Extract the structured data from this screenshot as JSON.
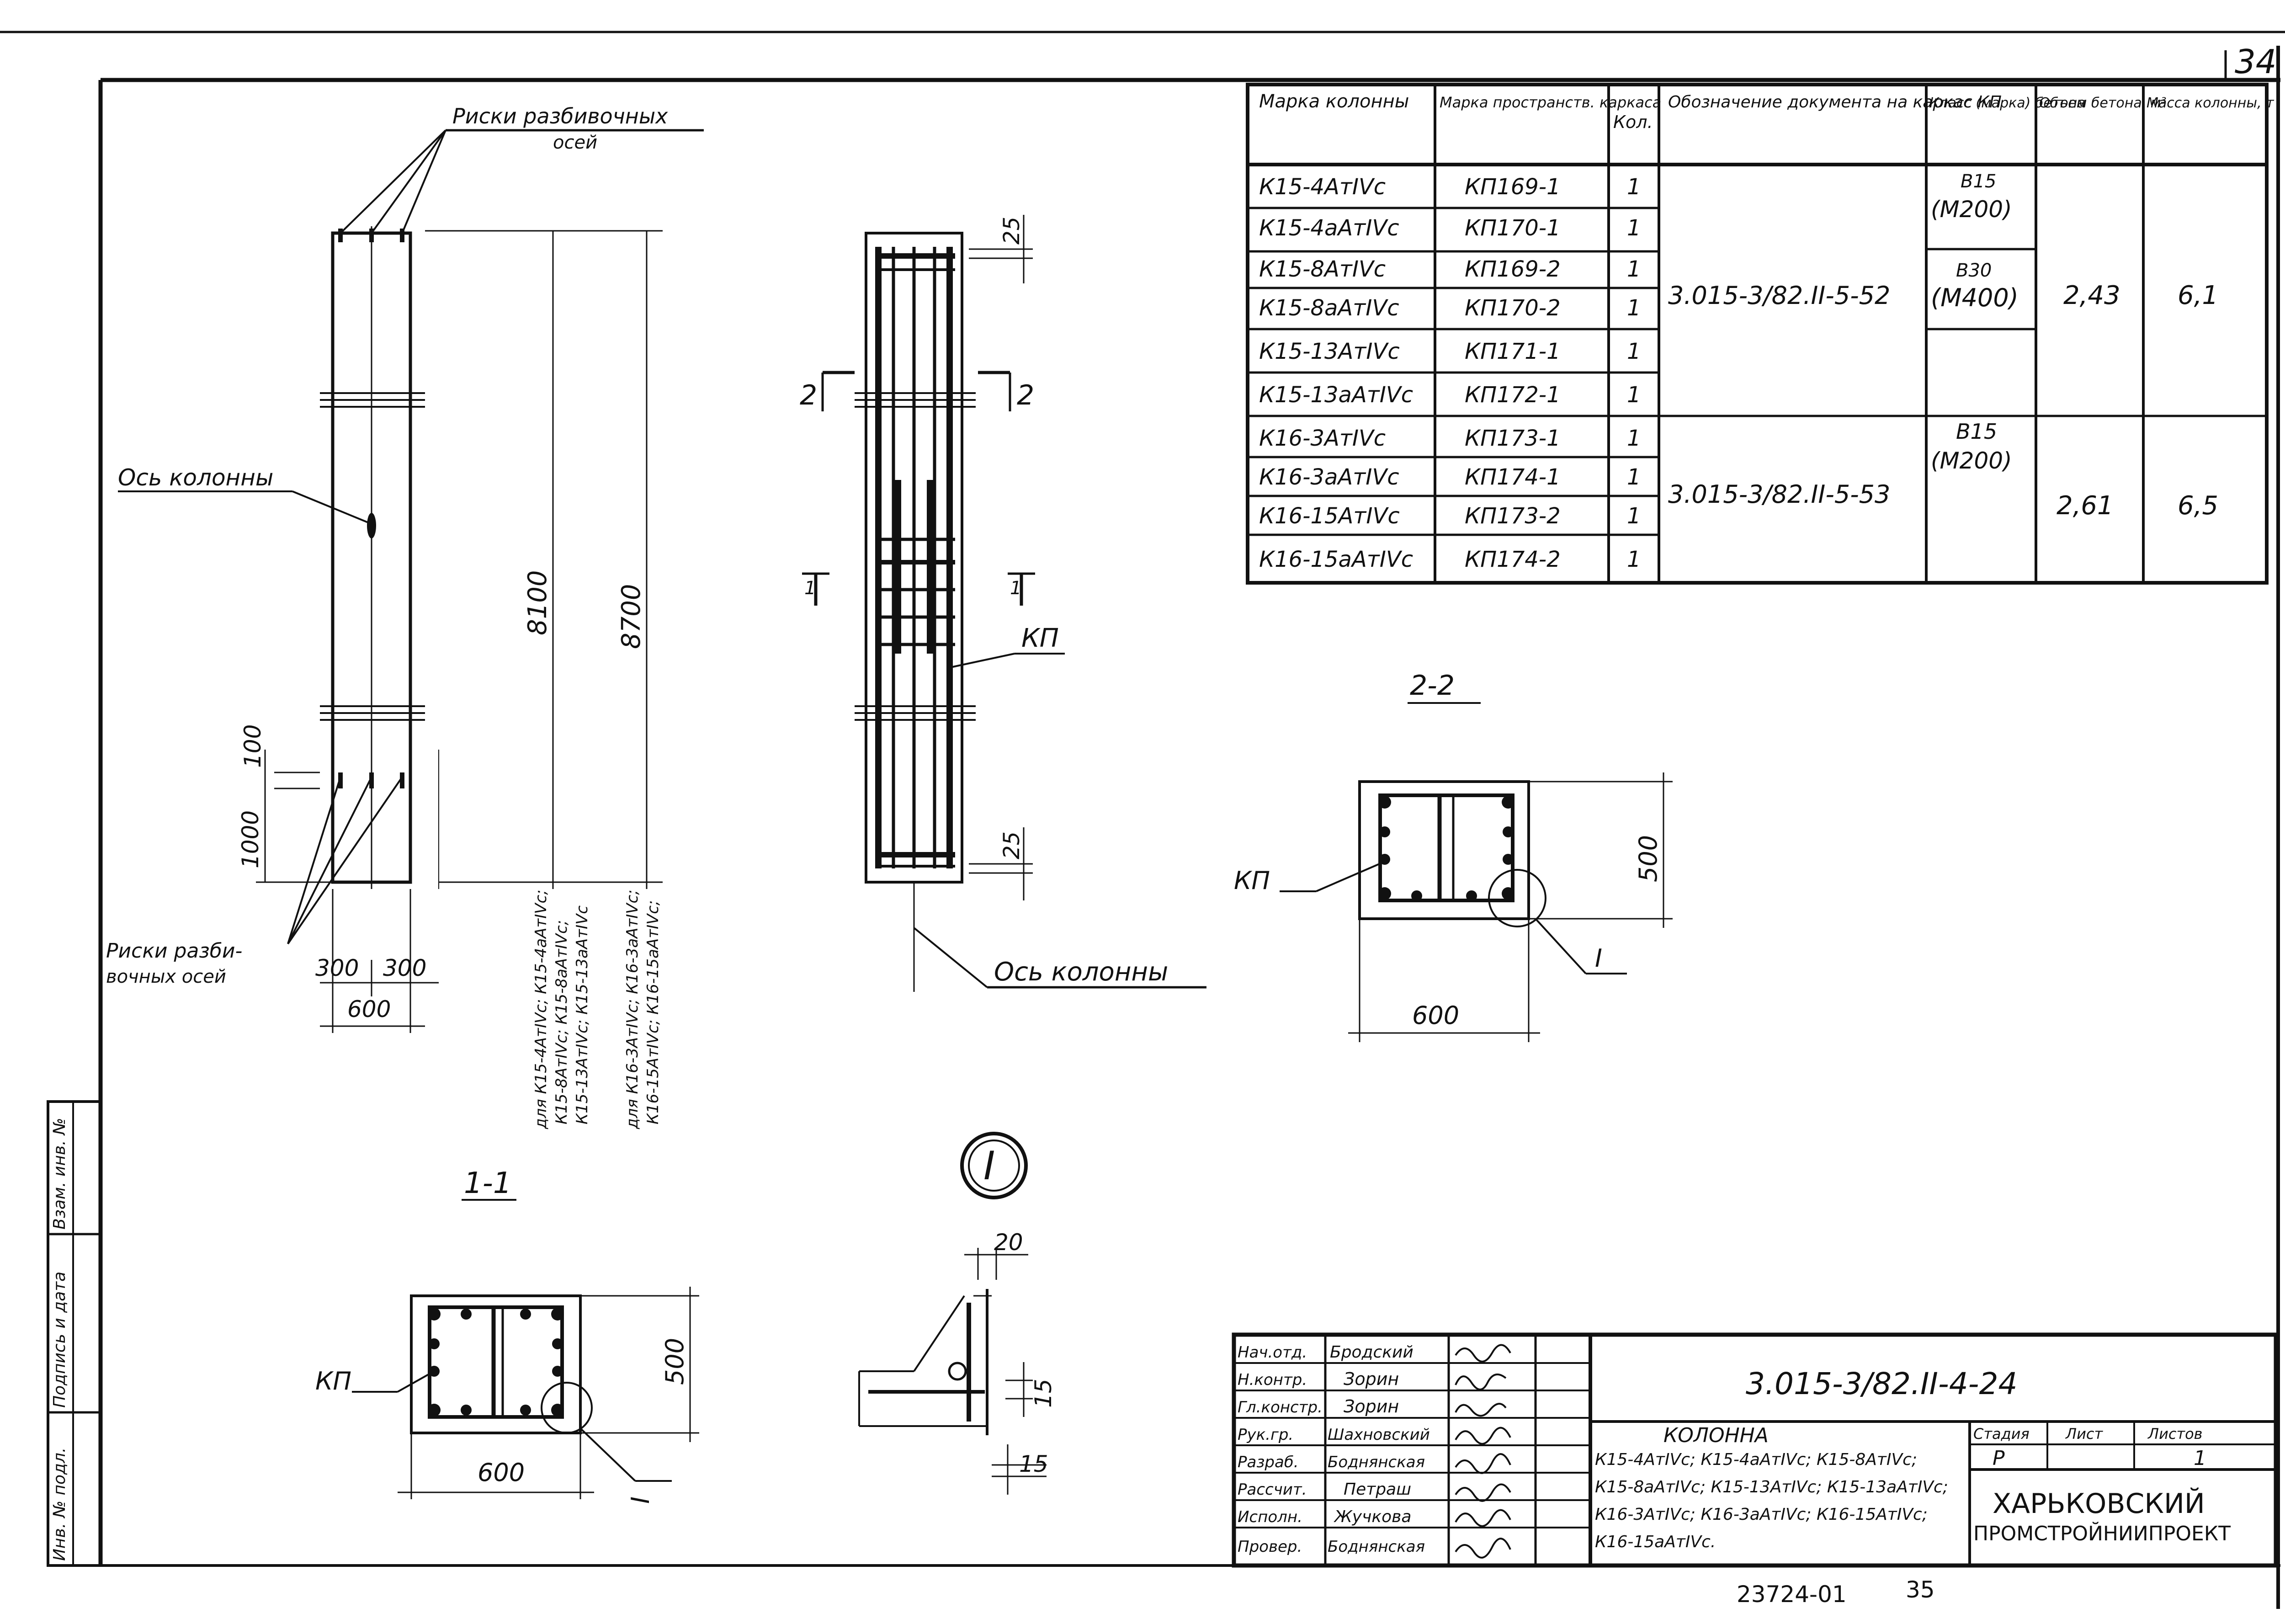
{
  "sheet": {
    "page_number": "34",
    "bottom_code": "23724-01",
    "bottom_page": "35"
  },
  "column_view": {
    "label_marks_top": "Риски разбивочных",
    "label_marks_top_2": "осей",
    "label_axis": "Ось колонны",
    "label_marks_bottom": "Риски разби-",
    "label_marks_bottom_2": "вочных осей",
    "dim_8100": "8100",
    "dim_8700": "8700",
    "dim_100": "100",
    "dim_1000": "1000",
    "dim_300a": "300",
    "dim_300b": "300",
    "dim_600": "600",
    "note_8100_a": "для К15-4АтIVс; К15-4аАтIVс;",
    "note_8100_b": "К15-8АтIVс; К15-8аАтIVс;",
    "note_8100_c": "К15-13АтIVс; К15-13аАтIVс",
    "note_8700_a": "для К16-3АтIVс; К16-3аАтIVс;",
    "note_8700_b": "К16-15АтIVс; К16-15аАтIVс;"
  },
  "cage_view": {
    "dim_25_top": "25",
    "dim_25_bottom": "25",
    "section_2_left": "2",
    "section_2_right": "2",
    "section_1_left": "1",
    "section_1_right": "1",
    "label_kp": "КП",
    "label_axis": "Ось колонны"
  },
  "section_1": {
    "title": "1-1",
    "label_kp": "КП",
    "dim_500": "500",
    "dim_600": "600",
    "callout": "I"
  },
  "section_2": {
    "title": "2-2",
    "label_kp": "КП",
    "dim_500": "500",
    "dim_600": "600",
    "callout": "I"
  },
  "detail": {
    "mark": "I",
    "dim_20": "20",
    "dim_15a": "15",
    "dim_15b": "15"
  },
  "spec_table": {
    "headers": [
      "Марка колонны",
      "Марка пространств. каркаса",
      "Кол.",
      "Обозначение документа на каркас КП",
      "Класс (марка) бетона",
      "Объем бетона, м³",
      "Масса колонны, т"
    ],
    "rows": [
      {
        "col": "К15-4АтIVс",
        "kp": "КП169-1",
        "qty": "1"
      },
      {
        "col": "К15-4аАтIVс",
        "kp": "КП170-1",
        "qty": "1"
      },
      {
        "col": "К15-8АтIVс",
        "kp": "КП169-2",
        "qty": "1"
      },
      {
        "col": "К15-8аАтIVс",
        "kp": "КП170-2",
        "qty": "1"
      },
      {
        "col": "К15-13АтIVс",
        "kp": "КП171-1",
        "qty": "1"
      },
      {
        "col": "К15-13аАтIVс",
        "kp": "КП172-1",
        "qty": "1"
      },
      {
        "col": "К16-3АтIVс",
        "kp": "КП173-1",
        "qty": "1"
      },
      {
        "col": "К16-3аАтIVс",
        "kp": "КП174-1",
        "qty": "1"
      },
      {
        "col": "К16-15АтIVс",
        "kp": "КП173-2",
        "qty": "1"
      },
      {
        "col": "К16-15аАтIVс",
        "kp": "КП174-2",
        "qty": "1"
      }
    ],
    "doc_1": "3.015-3/82.II-5-52",
    "doc_2": "3.015-3/82.II-5-53",
    "class_1a": "В15",
    "class_1b": "(М200)",
    "class_2a": "В30",
    "class_2b": "(М400)",
    "class_3a": "В15",
    "class_3b": "(М200)",
    "volume_1": "2,43",
    "mass_1": "6,1",
    "volume_2": "2,61",
    "mass_2": "6,5"
  },
  "title_block": {
    "doc_code": "3.015-3/82.II-4-24",
    "roles": [
      "Нач.отд.",
      "Н.контр.",
      "Гл.констр.",
      "Рук.гр.",
      "Разраб.",
      "Рассчит.",
      "Исполн.",
      "Провер."
    ],
    "names": [
      "Бродский",
      "Зорин",
      "Зорин",
      "Шахновский",
      "Боднянская",
      "Петраш",
      "Жучкова",
      "Боднянская"
    ],
    "item_title": "КОЛОННА",
    "item_line1": "К15-4АтIVс; К15-4аАтIVс; К15-8АтIVс;",
    "item_line2": "К15-8аАтIVс; К15-13АтIVс; К15-13аАтIVс;",
    "item_line3": "К16-3АтIVс; К16-3аАтIVс; К16-15АтIVс;",
    "item_line4": "К16-15аАтIVс.",
    "stage_label": "Стадия",
    "sheet_label": "Лист",
    "sheets_label": "Листов",
    "stage_value": "Р",
    "sheets_value": "1",
    "org_line1": "ХАРЬКОВСКИЙ",
    "org_line2": "ПРОМСТРОЙНИИПРОЕКТ"
  },
  "side_stamp": {
    "cells": [
      "Взам. инв. №",
      "Подпись и дата",
      "Инв. № подл."
    ]
  }
}
